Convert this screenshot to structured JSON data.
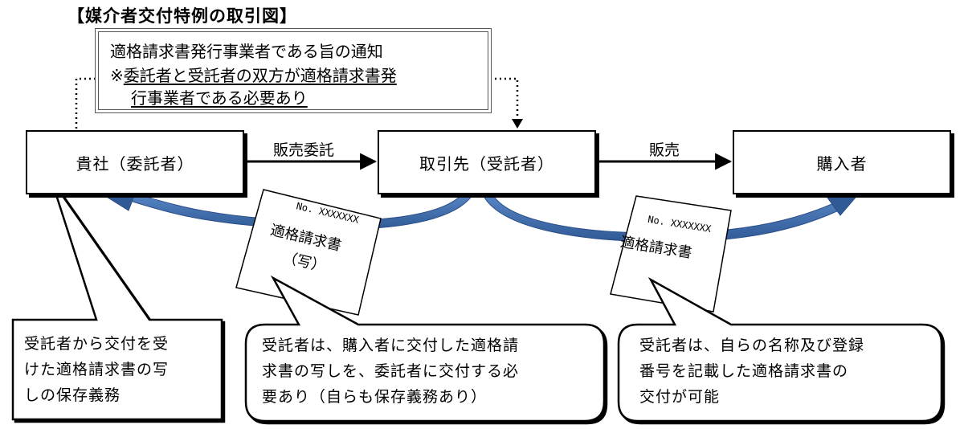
{
  "title": "【媒介者交付特例の取引図】",
  "notice": {
    "line1": "適格請求書発行事業者である旨の通知",
    "line2_mark": "※",
    "line2": "委託者と受託者の双方が適格請求書発",
    "line3": "行事業者である必要あり"
  },
  "parties": {
    "entrustor": "貴社（委託者）",
    "agent": "取引先（受託者）",
    "buyer": "購入者"
  },
  "flows": {
    "consignment": "販売委託",
    "sale": "販売"
  },
  "invoices": {
    "copy": {
      "number": "No. XXXXXXX",
      "title": "適格請求書",
      "note": "（写）"
    },
    "original": {
      "number": "No. XXXXXXX",
      "title": "適格請求書"
    }
  },
  "callouts": {
    "entrustor": [
      "受託者から交付を受",
      "けた適格請求書の写",
      "しの保存義務"
    ],
    "agent": [
      "受託者は、購入者に交付した適格請",
      "求書の写しを、委託者に交付する必",
      "要あり（自らも保存義務あり）"
    ],
    "buyer": [
      "受託者は、自らの名称及び登録",
      "番号を記載した適格請求書の",
      "交付が可能"
    ]
  },
  "colors": {
    "curved_arrow": "#3f6fb0",
    "curved_arrow_dark": "#2a4f88",
    "border": "#000000"
  }
}
